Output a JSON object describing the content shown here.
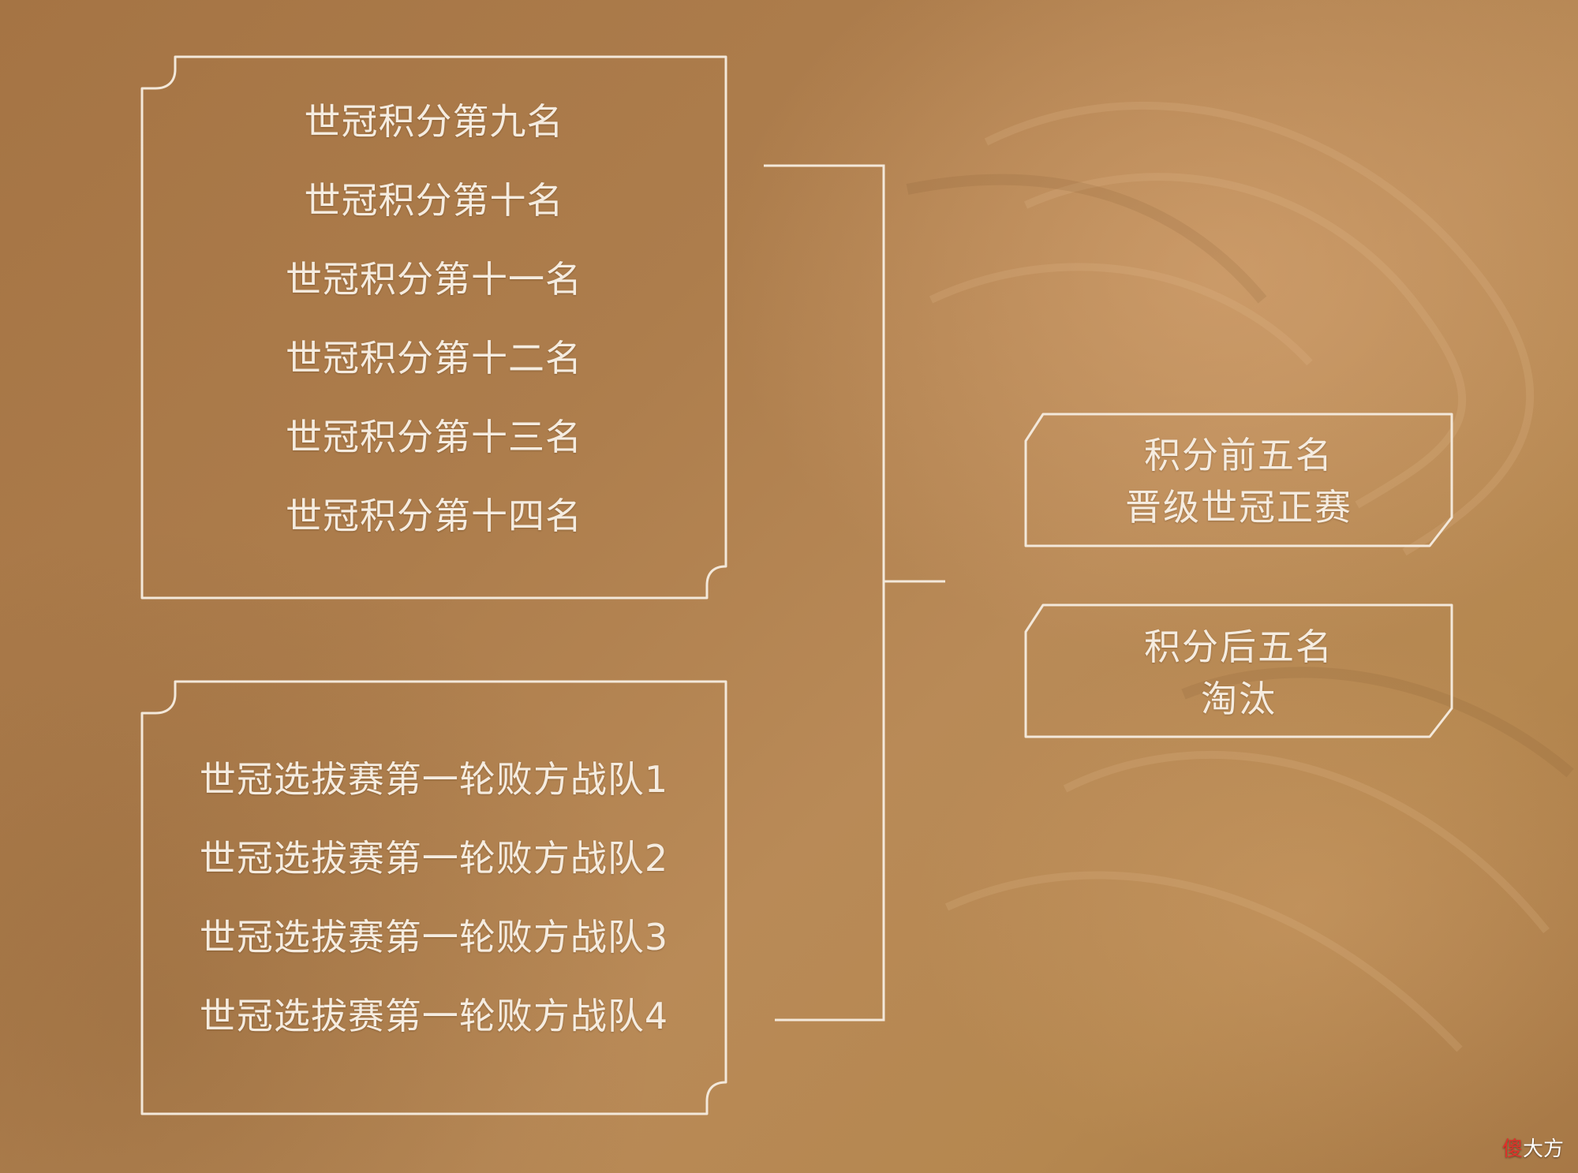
{
  "group_a": {
    "items": [
      "世冠积分第九名",
      "世冠积分第十名",
      "世冠积分第十一名",
      "世冠积分第十二名",
      "世冠积分第十三名",
      "世冠积分第十四名"
    ]
  },
  "group_b": {
    "items": [
      "世冠选拔赛第一轮败方战队1",
      "世冠选拔赛第一轮败方战队2",
      "世冠选拔赛第一轮败方战队3",
      "世冠选拔赛第一轮败方战队4"
    ]
  },
  "outcomes": {
    "top": {
      "line1": "积分前五名",
      "line2": "晋级世冠正赛"
    },
    "bottom": {
      "line1": "积分后五名",
      "line2": "淘汰"
    }
  },
  "watermark": {
    "char1": "傻",
    "rest": "大方"
  },
  "colors": {
    "line": "#f3e8da",
    "text": "#f5ece0"
  }
}
